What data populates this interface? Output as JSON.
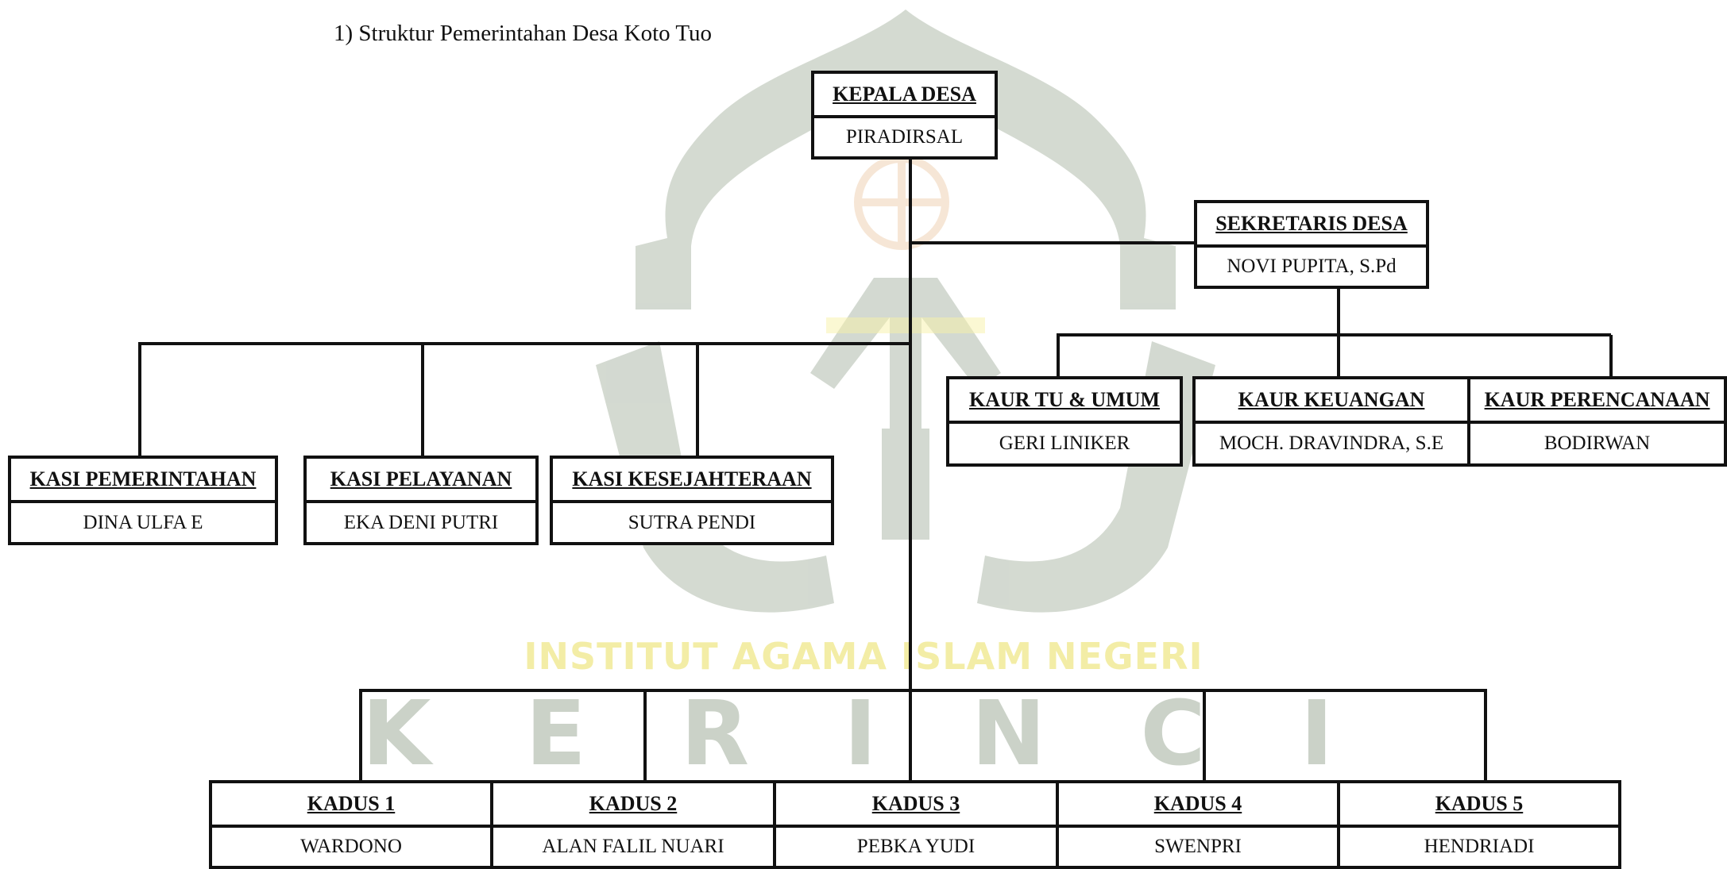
{
  "heading": "1)   Struktur Pemerintahan Desa Koto Tuo",
  "watermark": {
    "line1": "INSTITUT AGAMA ISLAM NEGERI",
    "line2": "K E R I N C I"
  },
  "colors": {
    "line": "#111111",
    "watermark_gray": "#c9d0c7",
    "watermark_yellow": "#f6ef9a"
  },
  "org": {
    "kepala": {
      "role": "KEPALA DESA",
      "name": "PIRADIRSAL"
    },
    "sekretaris": {
      "role": "SEKRETARIS DESA",
      "name": "NOVI PUPITA, S.Pd"
    },
    "kaur": [
      {
        "role": "KAUR TU & UMUM",
        "name": "GERI LINIKER"
      },
      {
        "role": "KAUR KEUANGAN",
        "name": "MOCH. DRAVINDRA, S.E"
      },
      {
        "role": "KAUR PERENCANAAN",
        "name": "BODIRWAN"
      }
    ],
    "kasi": [
      {
        "role": "KASI PEMERINTAHAN",
        "name": "DINA ULFA E"
      },
      {
        "role": "KASI PELAYANAN",
        "name": "EKA DENI PUTRI"
      },
      {
        "role": "KASI KESEJAHTERAAN",
        "name": "SUTRA PENDI"
      }
    ],
    "kadus": [
      {
        "role": "KADUS 1",
        "name": "WARDONO"
      },
      {
        "role": "KADUS 2",
        "name": "ALAN FALIL NUARI"
      },
      {
        "role": "KADUS 3",
        "name": "PEBKA YUDI"
      },
      {
        "role": "KADUS 4",
        "name": "SWENPRI"
      },
      {
        "role": "KADUS 5",
        "name": "HENDRIADI"
      }
    ]
  }
}
